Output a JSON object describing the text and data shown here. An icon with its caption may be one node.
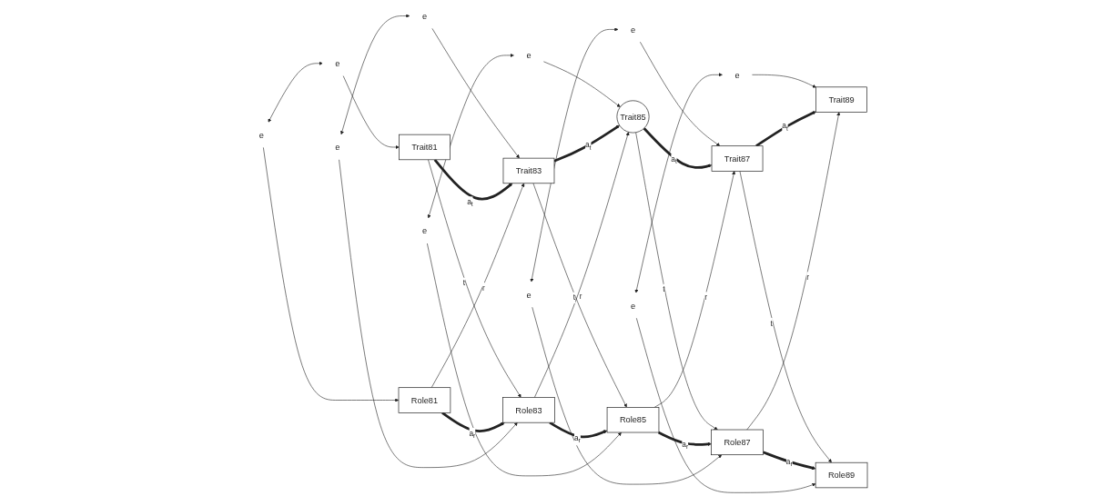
{
  "diagram": {
    "nodes": [
      {
        "text": [
          "e"
        ]
      },
      {
        "text": [
          "e"
        ]
      },
      {
        "text": [
          "e"
        ]
      },
      {
        "text": [
          "e"
        ]
      },
      {
        "text": [
          "e"
        ]
      },
      {
        "text": [
          "Trait81"
        ]
      },
      {
        "text": [
          "Trait83"
        ]
      },
      {
        "text": [
          "Trait85"
        ]
      },
      {
        "text": [
          "Trait87"
        ]
      },
      {
        "text": [
          "Trait89"
        ]
      },
      {
        "text": [
          "Role81"
        ]
      },
      {
        "text": [
          "Role83"
        ]
      },
      {
        "text": [
          "Role85"
        ]
      },
      {
        "text": [
          "Role87"
        ]
      },
      {
        "text": [
          "Role89"
        ]
      },
      {
        "text": [
          "e"
        ]
      },
      {
        "text": [
          "e"
        ]
      },
      {
        "text": [
          "e"
        ]
      },
      {
        "text": [
          "e"
        ]
      },
      {
        "text": [
          "e"
        ]
      }
    ],
    "edges": [
      {
        "from": 0,
        "to": 5,
        "arrow": "to"
      },
      {
        "from": 1,
        "to": 6,
        "arrow": "to"
      },
      {
        "from": 2,
        "to": 7,
        "arrow": "to"
      },
      {
        "from": 3,
        "to": 8,
        "arrow": "to"
      },
      {
        "from": 4,
        "to": 9,
        "arrow": "to"
      },
      {
        "from": 5,
        "to": 6,
        "arrow": "to",
        "label": "a$_{t}$",
        "style": "thick"
      },
      {
        "from": 6,
        "to": 7,
        "arrow": "to",
        "label": "a$_{t}$",
        "style": "thick"
      },
      {
        "from": 7,
        "to": 8,
        "arrow": "to",
        "label": "a$_{t}$",
        "style": "thick"
      },
      {
        "from": 8,
        "to": 9,
        "arrow": "to",
        "label": "a$_{t}$",
        "style": "thick"
      },
      {
        "from": 5,
        "to": 11,
        "arrow": "to",
        "label": "t"
      },
      {
        "from": 6,
        "to": 12,
        "arrow": "to",
        "label": "t"
      },
      {
        "from": 7,
        "to": 13,
        "arrow": "to",
        "label": "t"
      },
      {
        "from": 8,
        "to": 14,
        "arrow": "to",
        "label": "t"
      },
      {
        "from": 10,
        "to": 6,
        "arrow": "to",
        "label": "r"
      },
      {
        "from": 11,
        "to": 7,
        "arrow": "to",
        "label": "r"
      },
      {
        "from": 12,
        "to": 8,
        "arrow": "to",
        "label": "r"
      },
      {
        "from": 13,
        "to": 9,
        "arrow": "to",
        "label": "r"
      },
      {
        "from": 10,
        "to": 11,
        "arrow": "to",
        "label": "a$_{r}$",
        "style": "thick"
      },
      {
        "from": 11,
        "to": 12,
        "arrow": "to",
        "label": "a$_{r}$",
        "style": "thick"
      },
      {
        "from": 12,
        "to": 13,
        "arrow": "to",
        "label": "a$_{r}$",
        "style": "thick"
      },
      {
        "from": 13,
        "to": 14,
        "arrow": "to",
        "label": "a$_{r}$",
        "style": "thick"
      },
      {
        "from": 15,
        "to": 10,
        "arrow": "to"
      },
      {
        "from": 16,
        "to": 11,
        "arrow": "to"
      },
      {
        "from": 17,
        "to": 12,
        "arrow": "to"
      },
      {
        "from": 18,
        "to": 13,
        "arrow": "to"
      },
      {
        "from": 19,
        "to": 14,
        "arrow": "to"
      },
      {
        "from": 0,
        "to": 15,
        "arrow": "both"
      },
      {
        "from": 1,
        "to": 16,
        "arrow": "both"
      },
      {
        "from": 2,
        "to": 17,
        "arrow": "both"
      },
      {
        "from": 3,
        "to": 18,
        "arrow": "both"
      },
      {
        "from": 4,
        "to": 19,
        "arrow": "both"
      }
    ]
  }
}
